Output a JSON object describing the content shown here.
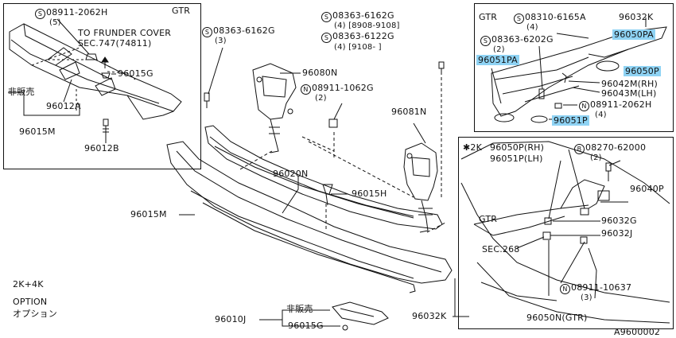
{
  "tl": {
    "gtr": "GTR",
    "p1": {
      "sym": "S",
      "num": "08911-2062H",
      "qty": "(5)"
    },
    "note1": "TO FRUNDER COVER",
    "note2": "SEC.747(74811)",
    "p2": "96015G",
    "p3": "非販売",
    "p4": "96012A",
    "p5": "96015M",
    "p6": "96012B"
  },
  "center": {
    "s1": {
      "sym": "S",
      "num": "08363-6162G",
      "qty": "(3)"
    },
    "s2": {
      "sym": "S",
      "num": "08363-6162G",
      "qty": "(4) [8908-9108]"
    },
    "s3": {
      "sym": "S",
      "num": "08363-6122G",
      "qty": "(4) [9108-   ]"
    },
    "p96080n": "96080N",
    "n1": {
      "sym": "N",
      "num": "08911-1062G",
      "qty": "(2)"
    },
    "p96081n": "96081N",
    "p96020n": "96020N",
    "p96015h": "96015H",
    "p96015m": "96015M",
    "p96010j": "96010J",
    "p96015g": "96015G",
    "hanbai": "非販売",
    "p96032k": "96032K"
  },
  "tr": {
    "gtr": "GTR",
    "s1": {
      "sym": "S",
      "num": "08310-6165A",
      "qty": "(4)"
    },
    "p96032k": "96032K",
    "s2": {
      "sym": "S",
      "num": "08363-6202G",
      "qty": "(2)"
    },
    "p96050pa": "96050PA",
    "p96051pa": "96051PA",
    "p96050p": "96050P",
    "p96042m": "96042M(RH)",
    "p96043m": "96043M(LH)",
    "n1": {
      "sym": "N",
      "num": "08911-2062H",
      "qty": "(4)"
    },
    "p96051p": "96051P",
    "highlight": "#8fd3f4"
  },
  "br": {
    "star2k": "✱2K",
    "p96050p": "96050P(RH)",
    "p96051p": "96051P(LH)",
    "b1": {
      "sym": "B",
      "num": "08270-62000",
      "qty": "(2)"
    },
    "p96040p": "96040P",
    "gtr": "GTR",
    "p96032g": "96032G",
    "p96032j": "96032J",
    "sec": "SEC.268",
    "n1": {
      "sym": "N",
      "num": "08911-10637",
      "qty": "(3)"
    },
    "p96050n": "96050N(GTR)"
  },
  "bl": {
    "l1": "2K+4K",
    "l2": "OPTION",
    "l3": "オプション"
  },
  "ref": "A9600002"
}
